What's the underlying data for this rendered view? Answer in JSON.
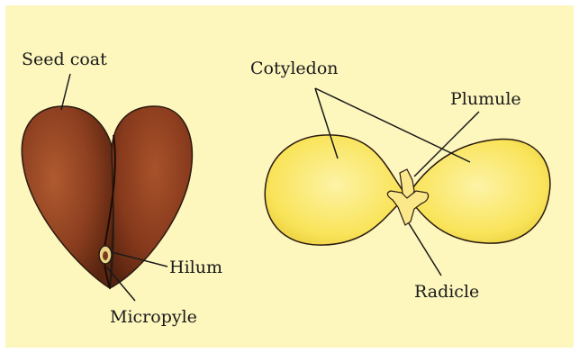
{
  "colors": {
    "background": "#fdf6bd",
    "seed_coat_dark": "#5a2510",
    "seed_coat_mid": "#8b3e1f",
    "seed_coat_light": "#b05a2f",
    "cotyledon_fill": "#f9e45a",
    "cotyledon_light": "#fdf3a6",
    "outline": "#2a1a10"
  },
  "labels": {
    "seed_coat": "Seed coat",
    "hilum": "Hilum",
    "micropyle": "Micropyle",
    "cotyledon": "Cotyledon",
    "plumule": "Plumule",
    "radicle": "Radicle"
  }
}
